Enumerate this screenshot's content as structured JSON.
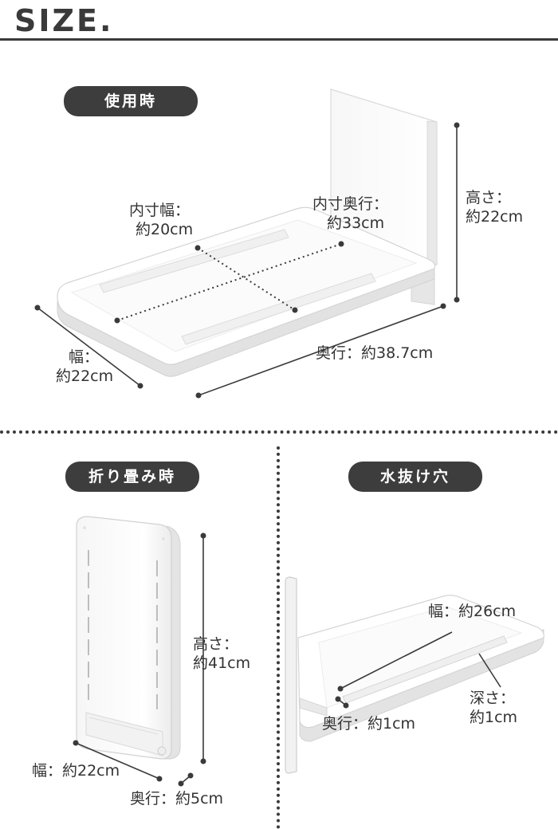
{
  "header": {
    "title": "SIZE."
  },
  "sections": {
    "in_use": {
      "badge": "使用時",
      "inner_width": {
        "line1": "内寸幅：",
        "line2": "約20cm"
      },
      "inner_depth": {
        "line1": "内寸奥行：",
        "line2": "約33cm"
      },
      "height": {
        "line1": "高さ：",
        "line2": "約22cm"
      },
      "width": {
        "line1": "幅：",
        "line2": "約22cm"
      },
      "depth": {
        "text": "奥行：約38.7cm"
      }
    },
    "folded": {
      "badge": "折り畳み時",
      "height": {
        "line1": "高さ：",
        "line2": "約41cm"
      },
      "width": {
        "text": "幅：約22cm"
      },
      "depth": {
        "text": "奥行：約5cm"
      }
    },
    "drain_hole": {
      "badge": "水抜け穴",
      "width": {
        "text": "幅：約26cm"
      },
      "depth_hole": {
        "text": "奥行：約1cm"
      },
      "deep": {
        "line1": "深さ：",
        "line2": "約1cm"
      }
    }
  },
  "colors": {
    "text": "#3a3a3a",
    "badge": "#3d3d3d",
    "product": "#ffffff",
    "shade": "#e4e4e4"
  }
}
